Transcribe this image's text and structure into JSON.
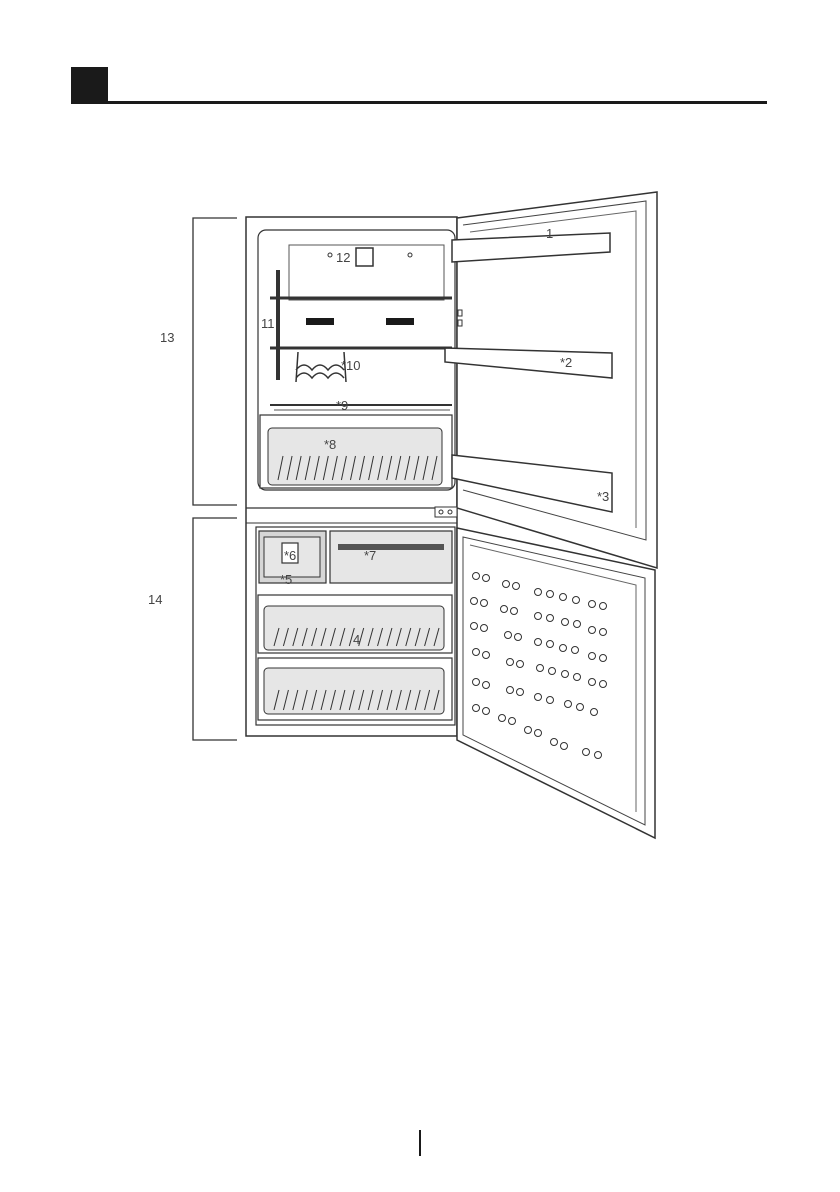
{
  "callouts": {
    "c1": "1",
    "c2": "*2",
    "c3": "*3",
    "c4": "4",
    "c5": "*5",
    "c6": "*6",
    "c7": "*7",
    "c8": "*8",
    "c9": "*9",
    "c10": "*10",
    "c11": "11",
    "c12": "12",
    "c13": "13",
    "c14": "14"
  },
  "colors": {
    "ink": "#1a1a1a",
    "line": "#333333",
    "drawer_fill": "#e6e6e6",
    "icebox_fill": "#d6d6d6"
  },
  "icons": {
    "header": "black-square-marker",
    "door_holes": "circle-outline"
  }
}
